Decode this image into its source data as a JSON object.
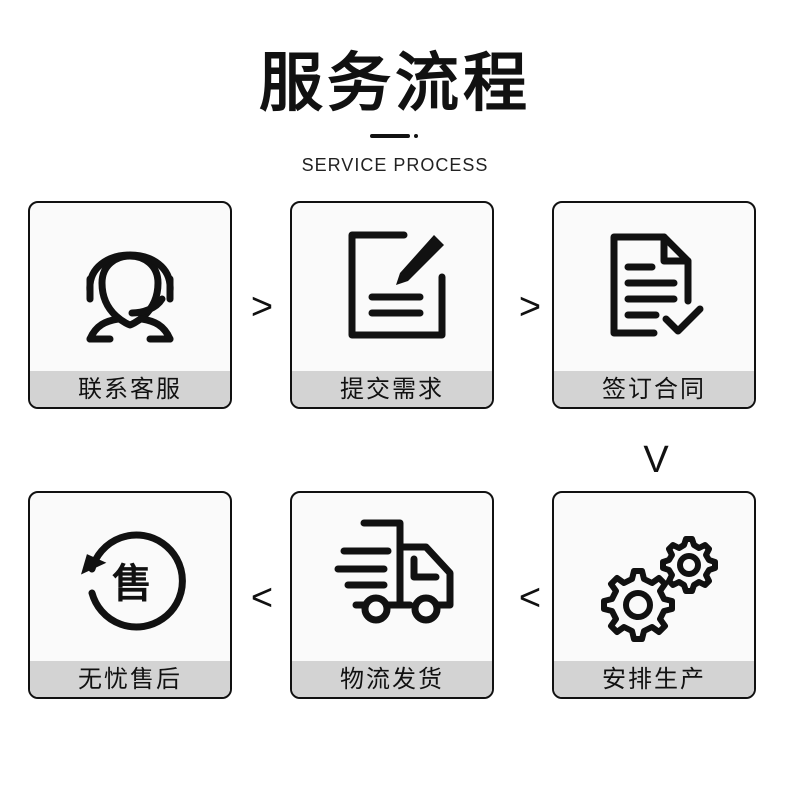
{
  "header": {
    "title": "服务流程",
    "subtitle": "SERVICE PROCESS"
  },
  "steps": [
    {
      "label": "联系客服",
      "icon": "customer-service-headset-icon"
    },
    {
      "label": "提交需求",
      "icon": "document-pen-icon"
    },
    {
      "label": "签订合同",
      "icon": "contract-check-icon"
    },
    {
      "label": "安排生产",
      "icon": "gears-icon"
    },
    {
      "label": "物流发货",
      "icon": "delivery-truck-icon"
    },
    {
      "label": "无忧售后",
      "icon": "after-sales-refresh-icon"
    }
  ],
  "badge_text": "售",
  "arrows": {
    "row1_a": ">",
    "row1_b": ">",
    "down": "V",
    "row2_a": "<",
    "row2_b": "<"
  },
  "colors": {
    "line": "#111111",
    "label_bg": "#d3d3d3",
    "card_bg": "#fafafa"
  }
}
